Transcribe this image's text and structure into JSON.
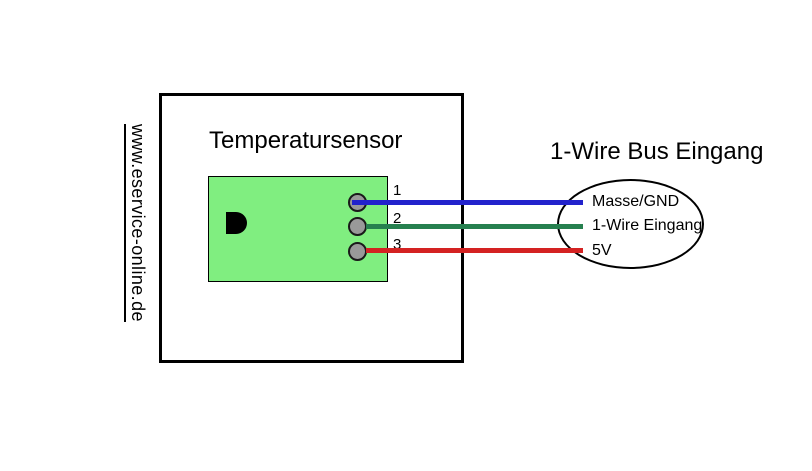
{
  "watermark": {
    "text": "www.eservice-online.de"
  },
  "sensor": {
    "title": "Temperatursensor"
  },
  "bus": {
    "title": "1-Wire Bus Eingang"
  },
  "pins": [
    {
      "number": "1",
      "label": "Masse/GND",
      "wire_color": "#2222cc"
    },
    {
      "number": "2",
      "label": "1-Wire Eingang",
      "wire_color": "#26804f"
    },
    {
      "number": "3",
      "label": "5V",
      "wire_color": "#d42222"
    }
  ],
  "colors": {
    "board_green": "#80ee80",
    "pin_gray": "#999999",
    "outline_black": "#000000",
    "wire_blue": "#2222cc",
    "wire_green": "#26804f",
    "wire_red": "#d42222"
  }
}
